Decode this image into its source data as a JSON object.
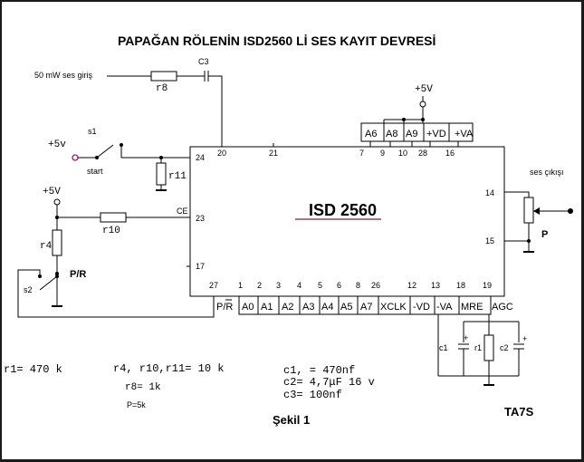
{
  "title": "PAPAĞAN RÖLENİN ISD2560 Lİ SES KAYIT DEVRESİ",
  "chip_label": "ISD 2560",
  "figure_caption": "Şekil 1",
  "part_code": "TA7S",
  "inputs": {
    "audio_in": "50 mW ses giriş",
    "audio_out": "ses çıkışı",
    "vcc_s1": "+5v",
    "vcc_r4": "+5V",
    "vcc_top": "+5V",
    "start": "start"
  },
  "components": {
    "c3": "C3",
    "r8": "r8",
    "s1": "s1",
    "r11": "r11",
    "r10": "r10",
    "r4": "r4",
    "s2": "s2",
    "pr": "P/R",
    "pot": "P",
    "c1": "c1",
    "r1": "r1",
    "c2": "c2",
    "ce": "CE",
    "c1_plus": "+",
    "c2_plus": "+"
  },
  "pins": {
    "top": [
      {
        "num": "20"
      },
      {
        "num": "21"
      }
    ],
    "top_right_boxes": [
      {
        "label": "A6",
        "num": "7"
      },
      {
        "label": "A8",
        "num": "9"
      },
      {
        "label": "A9",
        "num": "10"
      },
      {
        "label": "+VD",
        "num": "28"
      },
      {
        "label": "+VA",
        "num": "16"
      }
    ],
    "left": [
      {
        "num": "24"
      },
      {
        "num": "23"
      },
      {
        "num": "17"
      }
    ],
    "right": [
      {
        "num": "14"
      },
      {
        "num": "15"
      }
    ],
    "bottom": [
      {
        "label": "P/R",
        "num": "27"
      },
      {
        "label": "A0",
        "num": "1"
      },
      {
        "label": "A1",
        "num": "2"
      },
      {
        "label": "A2",
        "num": "3"
      },
      {
        "label": "A3",
        "num": "4"
      },
      {
        "label": "A4",
        "num": "5"
      },
      {
        "label": "A5",
        "num": "6"
      },
      {
        "label": "A7",
        "num": "8"
      },
      {
        "label": "XCLK",
        "num": "26"
      },
      {
        "label": "-VD",
        "num": "12"
      },
      {
        "label": "-VA",
        "num": "13"
      },
      {
        "label": "MRE",
        "num": "18"
      },
      {
        "label": "AGC",
        "num": "19"
      }
    ]
  },
  "notes": {
    "r1": "r1= 470 k",
    "r4": "r4, r10,r11= 10 k",
    "r8": "r8= 1k",
    "p": "P=5k",
    "c1": "c1,   = 470nf",
    "c2": "c2= 4,7μF 16 v",
    "c3": "c3= 100nf"
  }
}
